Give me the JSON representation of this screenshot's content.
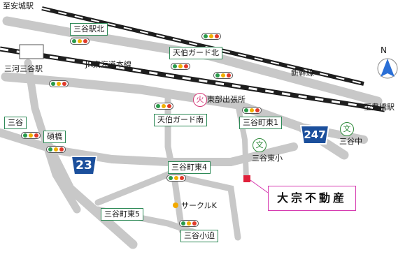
{
  "map": {
    "stations": {
      "mikawa_miya": "三河三谷駅",
      "to_anjo": "至安城駅",
      "to_toyohashi": "至豊橋駅"
    },
    "railways": {
      "jr_tokaido": "JR東海道本線",
      "shinkansen": "新幹線"
    },
    "intersections": {
      "miya_eki_kita": "三谷駅北",
      "tenpaku_guard_kita": "天伯ガード北",
      "tenpaku_guard_minami": "天伯ガード南",
      "miya_cho_higashi1": "三谷町東1",
      "miya": "三谷",
      "sekibashi": "碩橋",
      "miya_cho_higashi4": "三谷町東4",
      "miya_cho_higashi5": "三谷町東5",
      "miya_kobasama": "三谷小迫"
    },
    "routes": {
      "r23": "23",
      "r247": "247"
    },
    "symbols": {
      "fire_symbol": "火",
      "school_symbol": "文"
    },
    "landmarks": {
      "fire_station": "東部出張所",
      "miya_higashi_elementary": "三谷東小",
      "miya_junior_high": "三谷中",
      "circle_k": "サークルK"
    },
    "target": "大宗不動産",
    "north": "N",
    "colors": {
      "road": "#c8c8c8",
      "rail_dark": "#1e1e1e",
      "route_badge": "#1b4f9c",
      "fire": "#d63a7a",
      "school": "#2e8a3a",
      "target_marker": "#e0203a",
      "target_border": "#d63ab0",
      "circle_k": "#f2a900",
      "label_box_border": "#2e8a57"
    },
    "icons": [
      "traffic-signal-icon",
      "fire-station-icon",
      "school-icon",
      "north-arrow-icon",
      "route-shield-icon",
      "target-marker-icon",
      "convenience-store-icon"
    ]
  }
}
